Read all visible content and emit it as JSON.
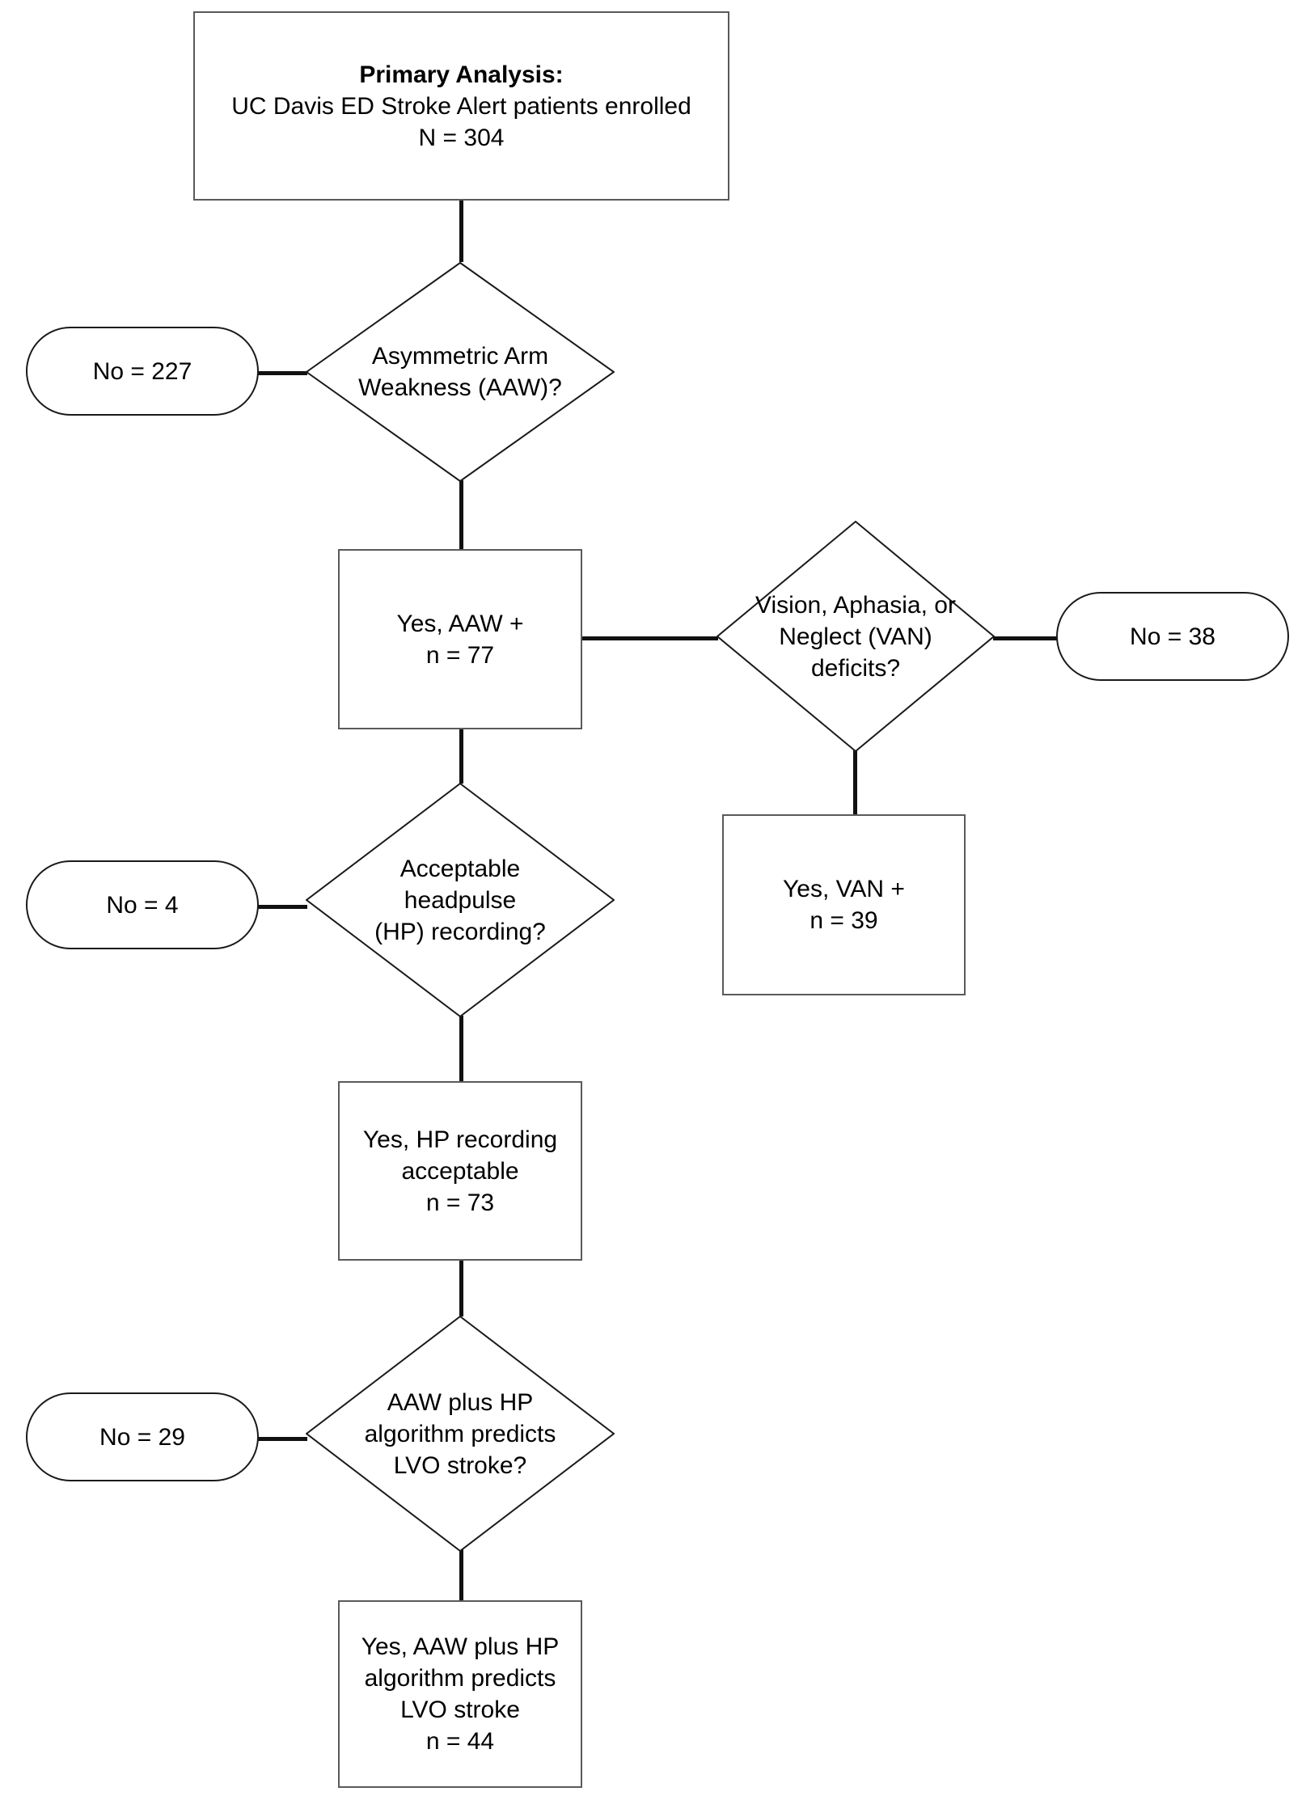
{
  "diagram": {
    "type": "flowchart",
    "orientation": "top-down",
    "nodes": {
      "primary_analysis": {
        "shape": "process",
        "title": "Primary Analysis:",
        "line2": "UC Davis ED Stroke Alert patients enrolled",
        "line3": "N = 304"
      },
      "aaw_decision": {
        "shape": "decision",
        "text": "Asymmetric Arm\nWeakness (AAW)?"
      },
      "aaw_no": {
        "shape": "terminator",
        "text": "No = 227"
      },
      "aaw_yes": {
        "shape": "process",
        "text": "Yes, AAW +\nn = 77"
      },
      "van_decision": {
        "shape": "decision",
        "text": "Vision, Aphasia, or\nNeglect (VAN)\ndeficits?"
      },
      "van_no": {
        "shape": "terminator",
        "text": "No = 38"
      },
      "van_yes": {
        "shape": "process",
        "text": "Yes, VAN +\nn = 39"
      },
      "hp_decision": {
        "shape": "decision",
        "text": "Acceptable headpulse\n(HP) recording?"
      },
      "hp_no": {
        "shape": "terminator",
        "text": "No = 4"
      },
      "hp_yes": {
        "shape": "process",
        "text": "Yes, HP recording\nacceptable\nn = 73"
      },
      "lvo_decision": {
        "shape": "decision",
        "text": "AAW plus HP\nalgorithm predicts\nLVO stroke?"
      },
      "lvo_no": {
        "shape": "terminator",
        "text": "No = 29"
      },
      "lvo_yes": {
        "shape": "process",
        "text": "Yes, AAW plus HP\nalgorithm predicts\nLVO stroke\nn = 44"
      }
    },
    "colors": {
      "background": "#ffffff",
      "process_border": "#5a5a5a",
      "terminator_border": "#1a1a1a",
      "decision_border": "#1a1a1a",
      "connector": "#111111",
      "text": "#000000"
    }
  }
}
